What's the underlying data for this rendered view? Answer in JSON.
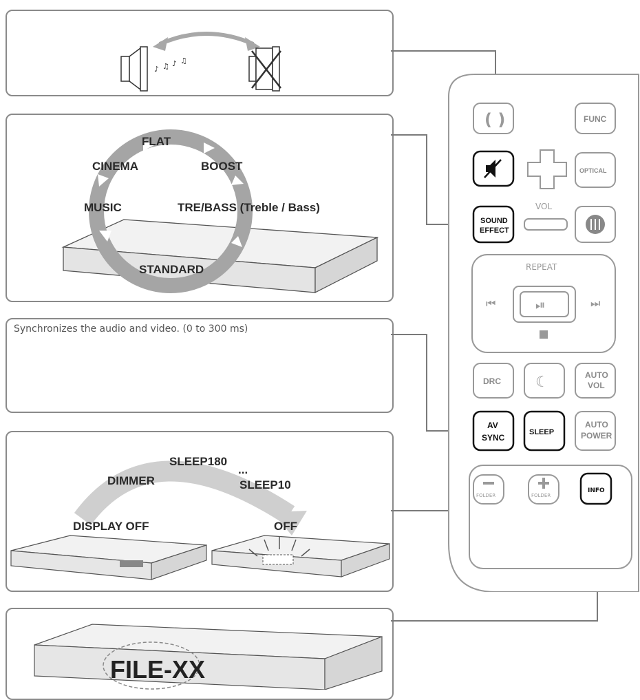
{
  "panels": {
    "mute": {},
    "sound_effect": {
      "modes": {
        "flat": "FLAT",
        "boost": "BOOST",
        "cinema": "CINEMA",
        "music": "MUSIC",
        "tre_bass": "TRE/BASS (Treble / Bass)",
        "standard": "STANDARD"
      }
    },
    "av_sync": {
      "description": "Synchronizes the audio and video. (0 to 300 ms)"
    },
    "sleep": {
      "labels": {
        "sleep180": "SLEEP180",
        "ellipsis": "...",
        "dimmer": "DIMMER",
        "sleep10": "SLEEP10",
        "display_off": "DISPLAY OFF",
        "off": "OFF"
      }
    },
    "info": {
      "display_text": "FILE-XX"
    }
  },
  "remote": {
    "func": "FUNC",
    "optical": "OPTICAL",
    "vol": "VOL",
    "sound_effect_line1": "SOUND",
    "sound_effect_line2": "EFFECT",
    "repeat": "REPEAT",
    "drc": "DRC",
    "auto_vol_line1": "AUTO",
    "auto_vol_line2": "VOL",
    "av_sync_line1": "AV",
    "av_sync_line2": "SYNC",
    "sleep": "SLEEP",
    "auto_power_line1": "AUTO",
    "auto_power_line2": "POWER",
    "folder_minus": "FOLDER",
    "folder_plus": "FOLDER",
    "info": "INFO"
  },
  "colors": {
    "panel_border": "#8a8a8a",
    "arrow_gray": "#a8a8a8",
    "connector": "#7a7a7a",
    "highlight_button": "#111111"
  }
}
